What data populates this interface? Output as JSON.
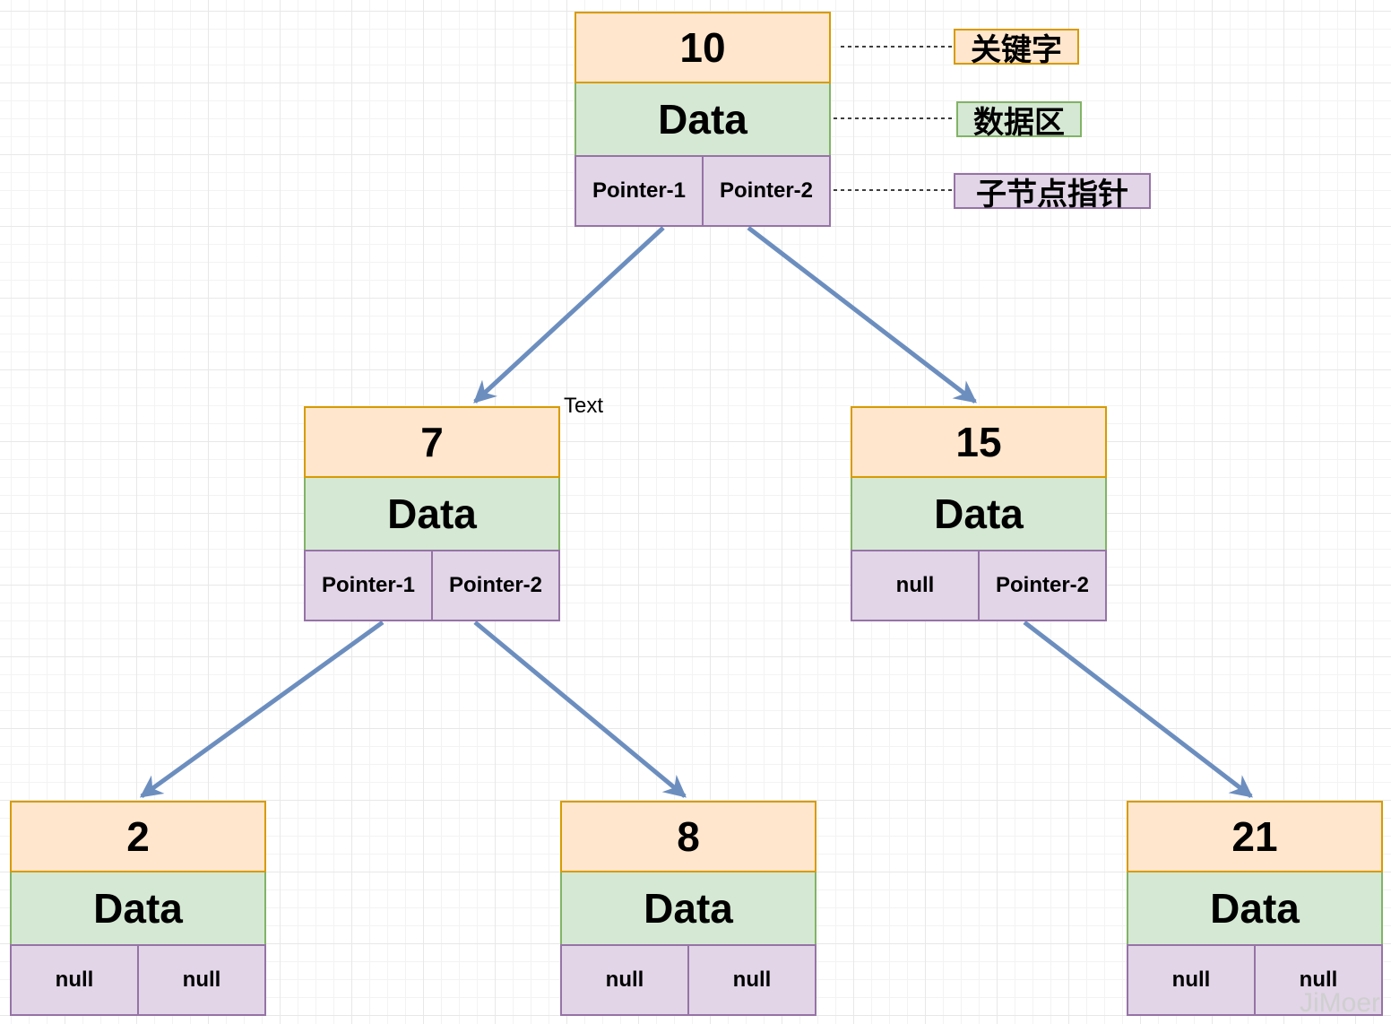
{
  "nodes": {
    "n10": {
      "key": "10",
      "data": "Data",
      "left": "Pointer-1",
      "right": "Pointer-2"
    },
    "n7": {
      "key": "7",
      "data": "Data",
      "left": "Pointer-1",
      "right": "Pointer-2"
    },
    "n15": {
      "key": "15",
      "data": "Data",
      "left": "null",
      "right": "Pointer-2"
    },
    "n2": {
      "key": "2",
      "data": "Data",
      "left": "null",
      "right": "null"
    },
    "n8": {
      "key": "8",
      "data": "Data",
      "left": "null",
      "right": "null"
    },
    "n21": {
      "key": "21",
      "data": "Data",
      "left": "null",
      "right": "null"
    }
  },
  "legend": {
    "key_label": "关键字",
    "data_label": "数据区",
    "pointer_label": "子节点指针"
  },
  "stray_text": "Text",
  "watermark": "JiMoer",
  "colors": {
    "key_fill": "#ffe6cc",
    "key_border": "#d79b00",
    "data_fill": "#d5e8d4",
    "data_border": "#82b366",
    "ptr_fill": "#e1d5e7",
    "ptr_border": "#9673a6",
    "edge": "#6c8ebf"
  }
}
